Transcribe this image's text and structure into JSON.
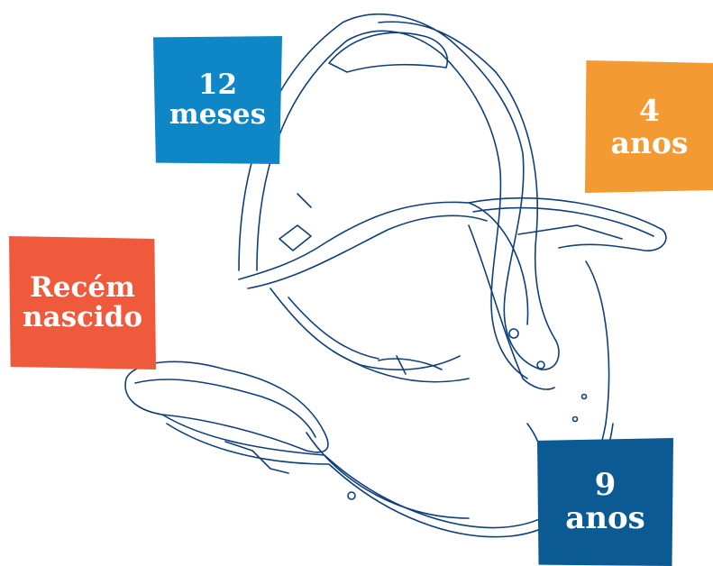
{
  "labels": {
    "twelve_months": {
      "line1": "12",
      "line2": "meses",
      "color": "#0f87c7"
    },
    "four_years": {
      "line1": "4",
      "line2": "anos",
      "color": "#f39a33"
    },
    "newborn": {
      "line1": "Recém",
      "line2": "nascido",
      "color": "#ef5a3c"
    },
    "nine_years": {
      "line1": "9",
      "line2": "anos",
      "color": "#0c5a94"
    }
  },
  "illustration": {
    "subject": "infant-car-seat-line-drawing",
    "stroke_color": "#0f3f7a"
  }
}
